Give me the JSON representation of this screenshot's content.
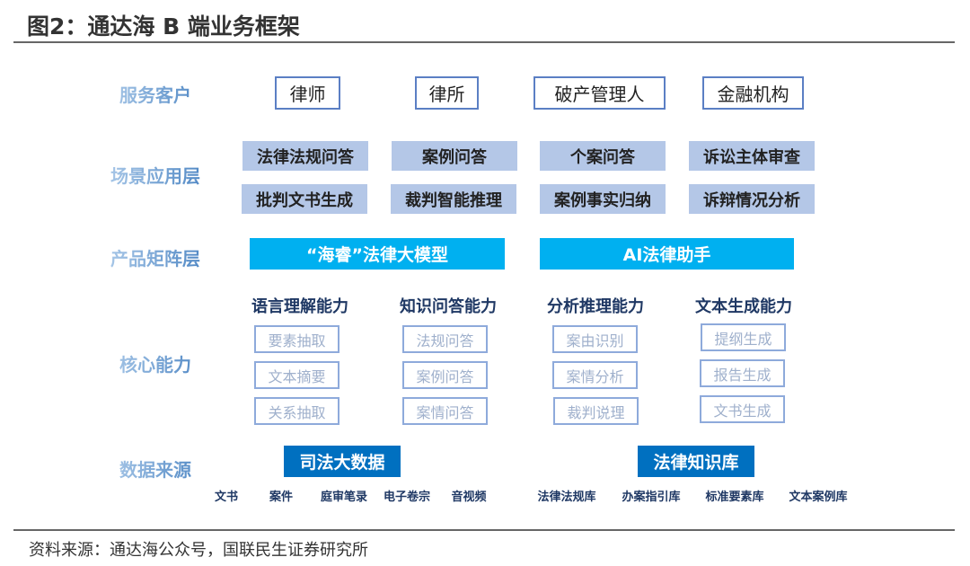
{
  "title": "图2：通达海 B 端业务框架",
  "rows": {
    "clients": "服务客户",
    "scenes": "场景应用层",
    "products": "产品矩阵层",
    "capabilities": "核心能力",
    "data": "数据来源"
  },
  "clients": [
    "律师",
    "律所",
    "破产管理人",
    "金融机构"
  ],
  "scenes": [
    "法律法规问答",
    "案例问答",
    "个案问答",
    "诉讼主体审查",
    "批判文书生成",
    "裁判智能推理",
    "案例事实归纳",
    "诉辩情况分析"
  ],
  "products": [
    "“海睿”法律大模型",
    "AI法律助手"
  ],
  "capabilities": [
    {
      "name": "语言理解能力",
      "items": [
        "要素抽取",
        "文本摘要",
        "关系抽取"
      ]
    },
    {
      "name": "知识问答能力",
      "items": [
        "法规问答",
        "案例问答",
        "案情问答"
      ]
    },
    {
      "name": "分析推理能力",
      "items": [
        "案由识别",
        "案情分析",
        "裁判说理"
      ]
    },
    {
      "name": "文本生成能力",
      "items": [
        "提纲生成",
        "报告生成",
        "文书生成"
      ]
    }
  ],
  "data_sources": [
    {
      "name": "司法大数据",
      "items": [
        "文书",
        "案件",
        "庭审笔录",
        "电子卷宗",
        "音视频"
      ]
    },
    {
      "name": "法律知识库",
      "items": [
        "法律法规库",
        "办案指引库",
        "标准要素库",
        "文本案例库"
      ]
    }
  ],
  "source": "资料来源：通达海公众号，国联民生证券研究所",
  "colors": {
    "scene": "#b4c7e7",
    "product": "#00b0f0",
    "data": "#0070c0",
    "border": "#5b7fc4"
  }
}
